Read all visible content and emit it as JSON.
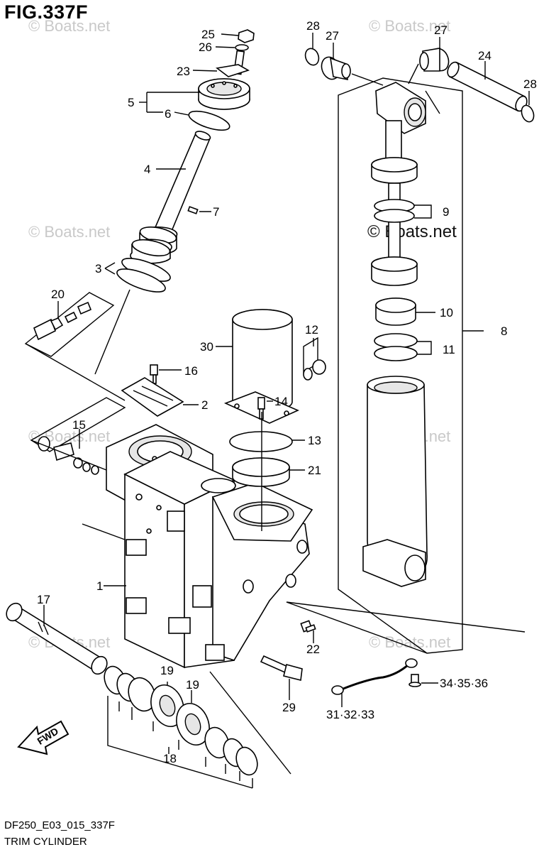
{
  "header": {
    "figure_title": "FIG.337F"
  },
  "watermarks": {
    "faint": "© Boats.net",
    "strong": "© Boats.net"
  },
  "footer": {
    "model_code": "DF250_E03_015_337F",
    "caption": "TRIM CYLINDER"
  },
  "parts": {
    "p1": "1",
    "p2": "2",
    "p3": "3",
    "p4": "4",
    "p5": "5",
    "p6": "6",
    "p7": "7",
    "p8": "8",
    "p9": "9",
    "p10": "10",
    "p11": "11",
    "p12": "12",
    "p13": "13",
    "p14": "14",
    "p15": "15",
    "p16": "16",
    "p17": "17",
    "p18": "18",
    "p19a": "19",
    "p19b": "19",
    "p20": "20",
    "p21": "21",
    "p22": "22",
    "p23": "23",
    "p24": "24",
    "p25": "25",
    "p26": "26",
    "p27a": "27",
    "p27b": "27",
    "p28a": "28",
    "p28b": "28",
    "p29": "29",
    "p30": "30",
    "p31": "31·32·33",
    "p34": "34·35·36"
  },
  "direction_badge": "FWD"
}
